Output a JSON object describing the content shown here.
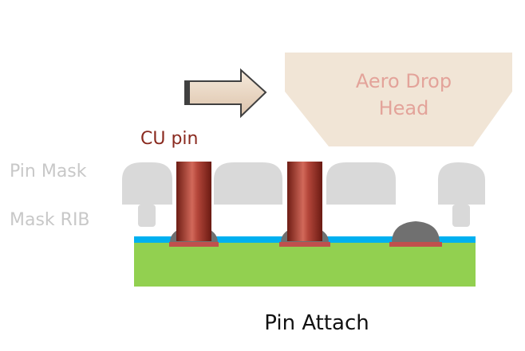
{
  "diagram": {
    "head_label_line1": "Aero Drop",
    "head_label_line2": "Head",
    "cu_pin_label": "CU pin",
    "pin_mask_label": "Pin Mask",
    "mask_rib_label": "Mask RIB",
    "caption": "Pin Attach"
  },
  "colors": {
    "head_fill": "#f1e5d6",
    "substrate_green": "#92d050",
    "solder_mask_blue": "#00b0f0",
    "pad_red": "#c0504d",
    "solder_gray": "#707070",
    "mask_gray": "#d9d9d9",
    "copper_pin": "#a0392c"
  }
}
